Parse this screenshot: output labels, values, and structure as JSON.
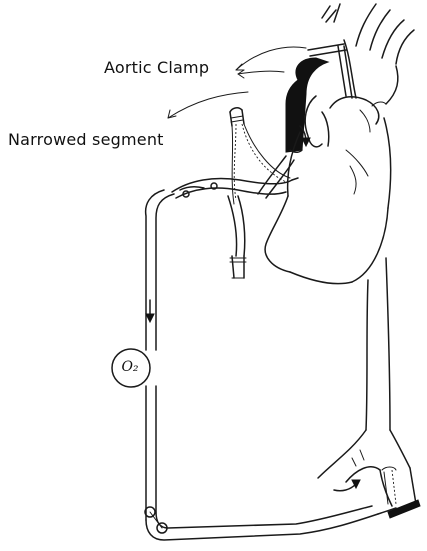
{
  "labels": {
    "aortic_clamp": "Aortic Clamp",
    "narrowed_segment": "Narrowed segment",
    "oxygenator": "O₂"
  },
  "colors": {
    "ink": "#1a1a1a",
    "background": "#ffffff"
  }
}
